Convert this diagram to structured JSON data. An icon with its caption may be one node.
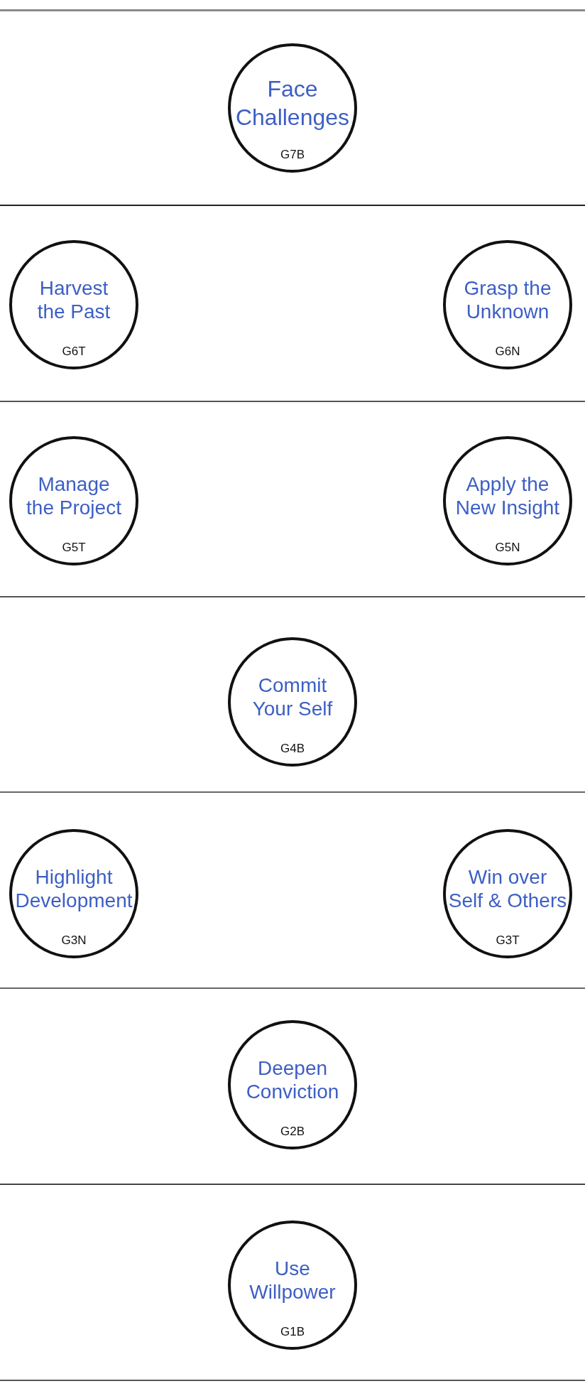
{
  "diagram": {
    "nodes": [
      {
        "text": [
          "Face Challenges",
          "G7B"
        ]
      },
      {
        "text": [
          "Harvest the Past",
          "G6T"
        ]
      },
      {
        "text": [
          "Grasp the Unknown",
          "G6N"
        ]
      },
      {
        "text": [
          "Manage the Project",
          "G5T"
        ]
      },
      {
        "text": [
          "Apply the New Insight",
          "G5N"
        ]
      },
      {
        "text": [
          "Commit Your Self",
          "G4B"
        ]
      },
      {
        "text": [
          "Highlight Development",
          "G3N"
        ]
      },
      {
        "text": [
          "Win over Self & Others",
          "G3T"
        ]
      },
      {
        "text": [
          "Deepen Conviction",
          "G2B"
        ]
      },
      {
        "text": [
          "Use Willpower",
          "G1B"
        ]
      }
    ]
  }
}
